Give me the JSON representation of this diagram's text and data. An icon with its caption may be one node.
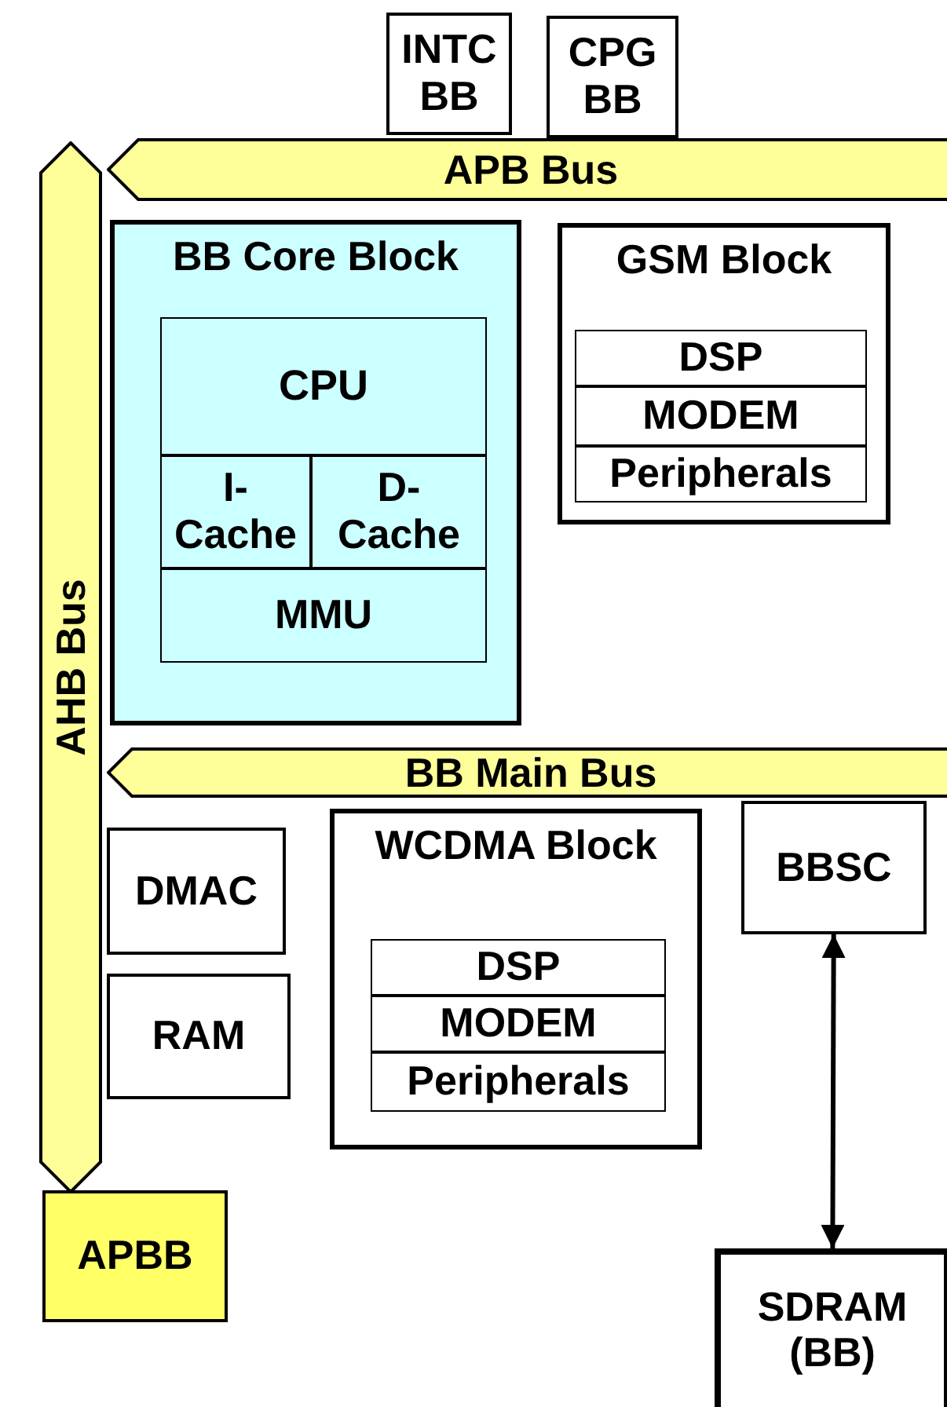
{
  "diagram": {
    "nodes": [
      {
        "text": [
          "INTC BB"
        ]
      },
      {
        "text": [
          "CPG BB"
        ]
      },
      {
        "text": [
          "AHB Bus"
        ]
      },
      {
        "text": [
          "APB Bus"
        ]
      },
      {
        "text": [
          "BB Core Block"
        ]
      },
      {
        "text": [
          "CPU"
        ],
        "in": 4
      },
      {
        "text": [
          "I- Cache"
        ],
        "in": 4
      },
      {
        "text": [
          "D- Cache"
        ],
        "in": 4
      },
      {
        "text": [
          "MMU"
        ],
        "in": 4
      },
      {
        "text": [
          "GSM Block"
        ]
      },
      {
        "text": [
          "DSP"
        ],
        "in": 9
      },
      {
        "text": [
          "MODEM"
        ],
        "in": 9
      },
      {
        "text": [
          "Peripherals"
        ],
        "in": 9
      },
      {
        "text": [
          "BB Main Bus"
        ]
      },
      {
        "text": [
          "DMAC"
        ]
      },
      {
        "text": [
          "WCDMA Block"
        ]
      },
      {
        "text": [
          "DSP"
        ],
        "in": 15
      },
      {
        "text": [
          "MODEM"
        ],
        "in": 15
      },
      {
        "text": [
          "Peripherals"
        ],
        "in": 15
      },
      {
        "text": [
          "BBSC"
        ]
      },
      {
        "text": [
          "RAM"
        ]
      },
      {
        "text": [
          "APBB"
        ]
      },
      {
        "text": [
          "SDRAM (BB)"
        ]
      }
    ],
    "edges": [
      {
        "from": 19,
        "to": 22,
        "arrow": "both"
      }
    ]
  }
}
